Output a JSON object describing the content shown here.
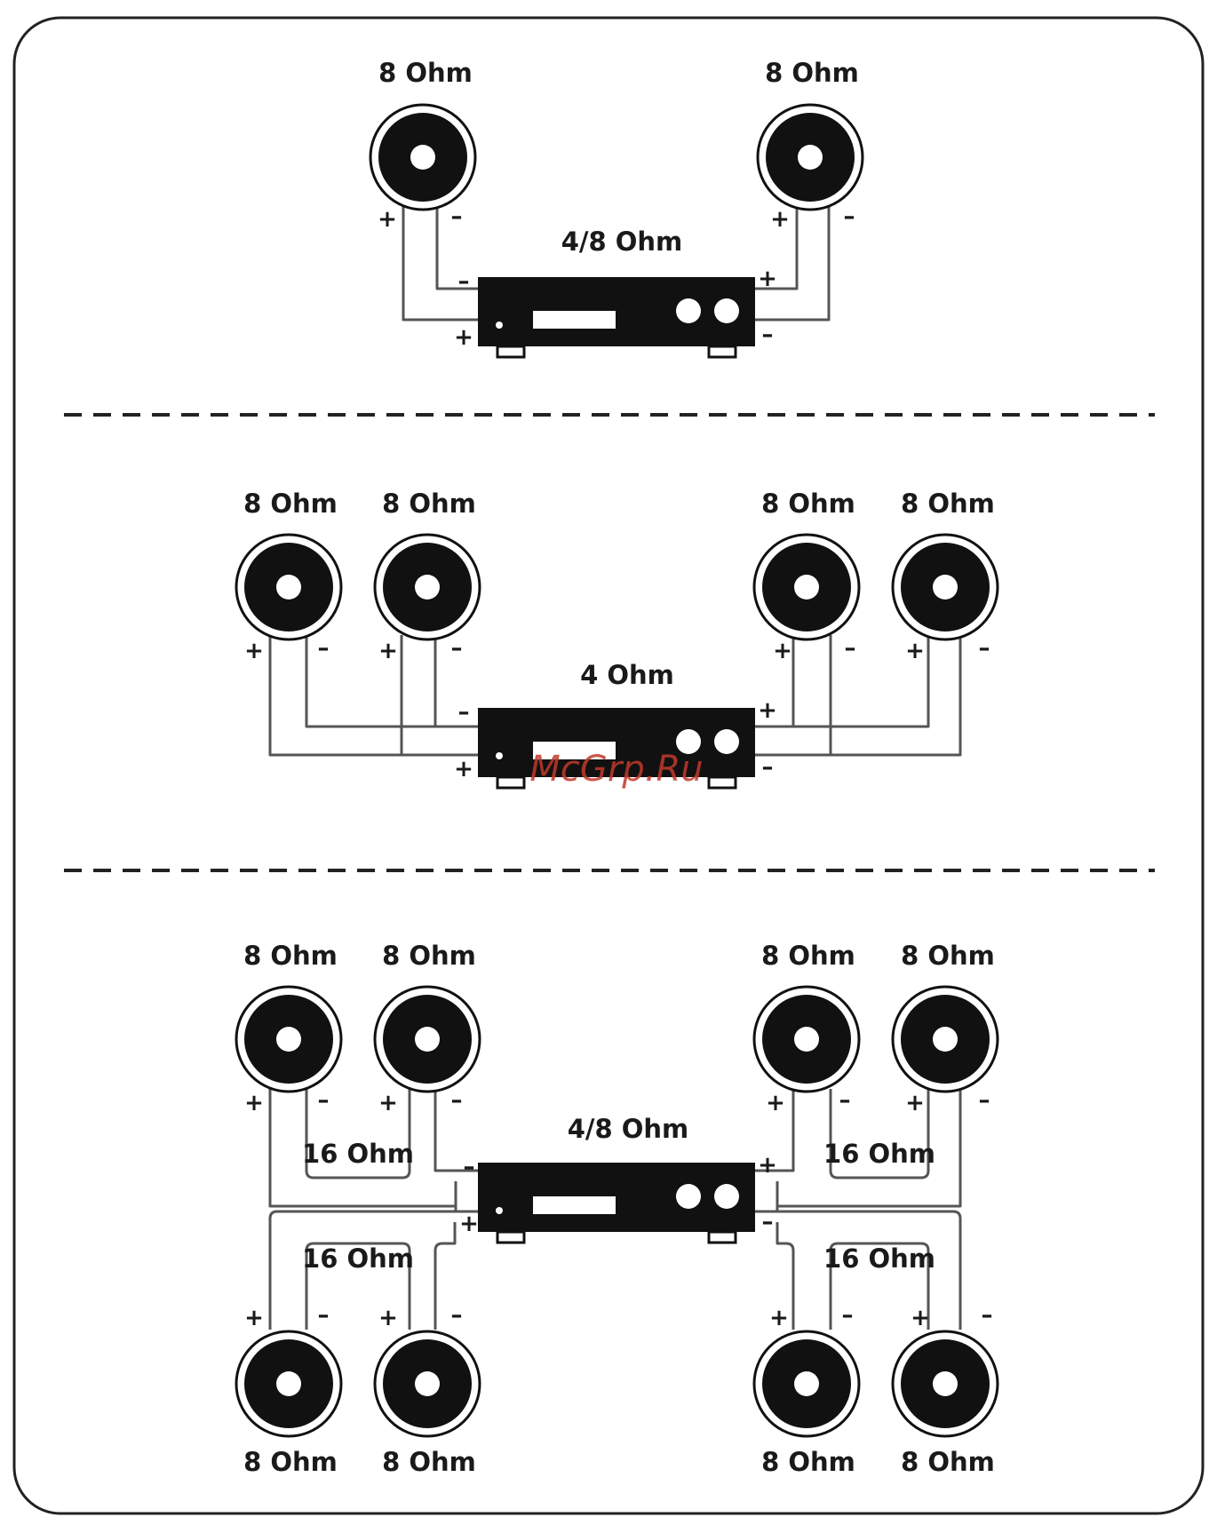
{
  "watermark": "McGrp.Ru",
  "panels": [
    {
      "amp_label": "4/8 Ohm",
      "speakers": [
        {
          "label": "8 Ohm",
          "plus": "+",
          "minus": "–"
        },
        {
          "label": "8 Ohm",
          "plus": "+",
          "minus": "–"
        }
      ],
      "amp_terminals": {
        "left_minus": "–",
        "left_plus": "+",
        "right_plus": "+",
        "right_minus": "–"
      }
    },
    {
      "amp_label": "4 Ohm",
      "speakers": [
        {
          "label": "8 Ohm",
          "plus": "+",
          "minus": "–"
        },
        {
          "label": "8 Ohm",
          "plus": "+",
          "minus": "–"
        },
        {
          "label": "8 Ohm",
          "plus": "+",
          "minus": "–"
        },
        {
          "label": "8 Ohm",
          "plus": "+",
          "minus": "–"
        }
      ],
      "amp_terminals": {
        "left_minus": "–",
        "left_plus": "+",
        "right_plus": "+",
        "right_minus": "–"
      }
    },
    {
      "amp_label": "4/8 Ohm",
      "top_speakers": [
        {
          "label": "8 Ohm",
          "plus": "+",
          "minus": "–"
        },
        {
          "label": "8 Ohm",
          "plus": "+",
          "minus": "–"
        },
        {
          "label": "8 Ohm",
          "plus": "+",
          "minus": "–"
        },
        {
          "label": "8 Ohm",
          "plus": "+",
          "minus": "–"
        }
      ],
      "bottom_speakers": [
        {
          "label": "8 Ohm",
          "plus": "+",
          "minus": "–"
        },
        {
          "label": "8 Ohm",
          "plus": "+",
          "minus": "–"
        },
        {
          "label": "8 Ohm",
          "plus": "+",
          "minus": "–"
        },
        {
          "label": "8 Ohm",
          "plus": "+",
          "minus": "–"
        }
      ],
      "series_labels": [
        "16 Ohm",
        "16 Ohm",
        "16 Ohm",
        "16 Ohm"
      ],
      "amp_terminals": {
        "left_minus": "–",
        "left_plus": "+",
        "right_plus": "+",
        "right_minus": "–"
      }
    }
  ]
}
